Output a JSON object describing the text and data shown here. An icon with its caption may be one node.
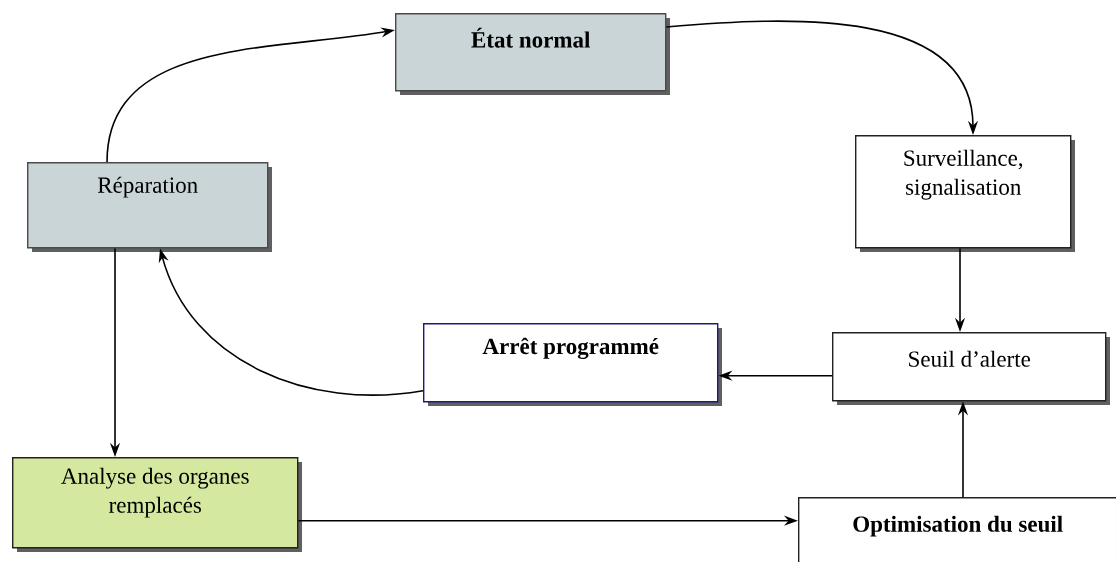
{
  "diagram": {
    "nodes": [
      {
        "text": [
          "État normal"
        ]
      },
      {
        "text": [
          "Réparation"
        ]
      },
      {
        "text": [
          "Surveillance, signalisation"
        ]
      },
      {
        "text": [
          "Arrêt programmé"
        ]
      },
      {
        "text": [
          "Seuil d’alerte"
        ]
      },
      {
        "text": [
          "Analyse des organes remplacés"
        ]
      },
      {
        "text": [
          "Optimisation du seuil"
        ]
      }
    ],
    "edges": [
      {
        "from": 1,
        "to": 0,
        "arrow": "to"
      },
      {
        "from": 0,
        "to": 2,
        "arrow": "to"
      },
      {
        "from": 2,
        "to": 4,
        "arrow": "to"
      },
      {
        "from": 4,
        "to": 3,
        "arrow": "to"
      },
      {
        "from": 3,
        "to": 1,
        "arrow": "to"
      },
      {
        "from": 1,
        "to": 5,
        "arrow": "to"
      },
      {
        "from": 5,
        "to": 6,
        "arrow": "to"
      },
      {
        "from": 6,
        "to": 4,
        "arrow": "to"
      }
    ]
  }
}
